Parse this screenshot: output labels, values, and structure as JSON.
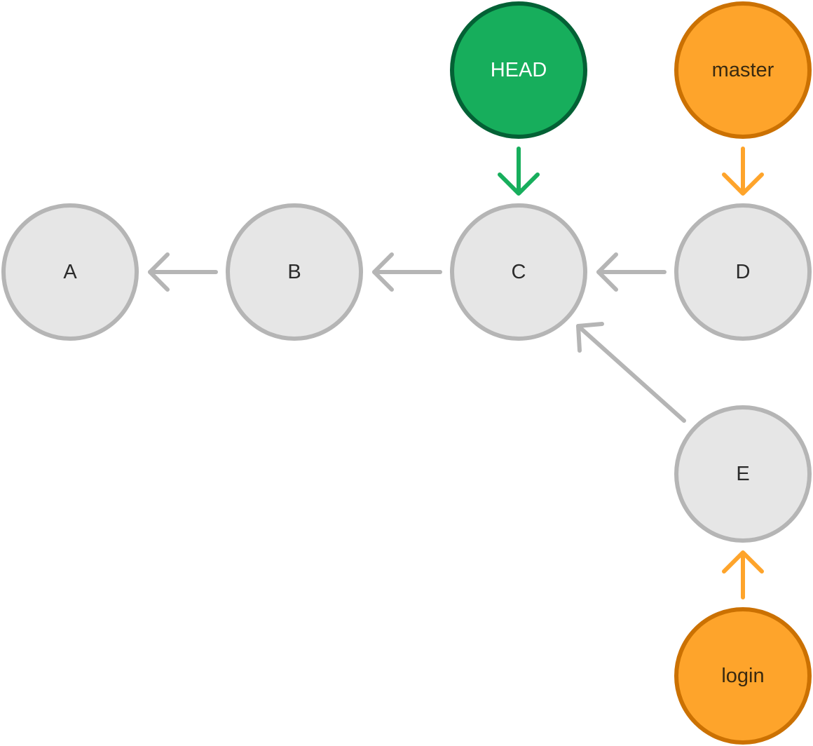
{
  "diagram": {
    "commits": [
      {
        "id": "A",
        "label": "A"
      },
      {
        "id": "B",
        "label": "B"
      },
      {
        "id": "C",
        "label": "C"
      },
      {
        "id": "D",
        "label": "D"
      },
      {
        "id": "E",
        "label": "E"
      }
    ],
    "refs": [
      {
        "id": "HEAD",
        "label": "HEAD",
        "kind": "head",
        "points_to": "C"
      },
      {
        "id": "master",
        "label": "master",
        "kind": "branch",
        "points_to": "D"
      },
      {
        "id": "login",
        "label": "login",
        "kind": "branch",
        "points_to": "E"
      }
    ],
    "parent_edges": [
      {
        "from": "B",
        "to": "A"
      },
      {
        "from": "C",
        "to": "B"
      },
      {
        "from": "D",
        "to": "C"
      },
      {
        "from": "E",
        "to": "C"
      }
    ],
    "colors": {
      "commit_fill": "#e6e6e6",
      "commit_stroke": "#b5b5b5",
      "commit_text": "#2b2b2b",
      "edge": "#b5b5b5",
      "head_fill": "#17ae5c",
      "head_stroke": "#036135",
      "head_text": "#ffffff",
      "head_arrow": "#17ae5c",
      "branch_fill": "#fea42b",
      "branch_stroke": "#cb7102",
      "branch_text": "#3a2a10",
      "branch_arrow": "#fea42b"
    }
  }
}
